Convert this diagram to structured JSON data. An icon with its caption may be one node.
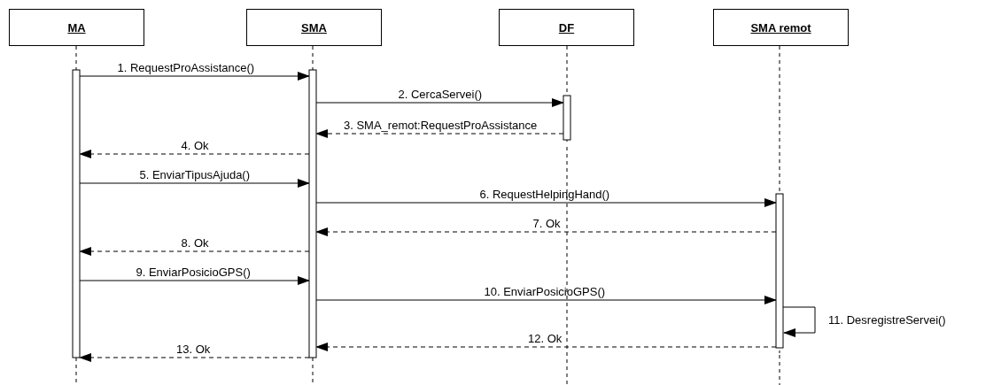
{
  "diagram": {
    "nodes": [
      {
        "text": [
          "MA"
        ]
      },
      {
        "text": [
          "SMA"
        ]
      },
      {
        "text": [
          "DF"
        ]
      },
      {
        "text": [
          "SMA remot"
        ]
      }
    ],
    "edges": [
      {
        "from": 0,
        "to": 1,
        "arrow": "to",
        "label": "1. RequestProAssistance()"
      },
      {
        "from": 1,
        "to": 2,
        "arrow": "to",
        "label": "2. CercaServei()"
      },
      {
        "from": 2,
        "to": 1,
        "arrow": "to",
        "label": "3. SMA_remot:RequestProAssistance",
        "style": "dashed"
      },
      {
        "from": 1,
        "to": 0,
        "arrow": "to",
        "label": "4. Ok",
        "style": "dashed"
      },
      {
        "from": 0,
        "to": 1,
        "arrow": "to",
        "label": "5. EnviarTipusAjuda()"
      },
      {
        "from": 1,
        "to": 3,
        "arrow": "to",
        "label": "6. RequestHelpingHand()"
      },
      {
        "from": 3,
        "to": 1,
        "arrow": "to",
        "label": "7. Ok",
        "style": "dashed"
      },
      {
        "from": 1,
        "to": 0,
        "arrow": "to",
        "label": "8. Ok",
        "style": "dashed"
      },
      {
        "from": 0,
        "to": 1,
        "arrow": "to",
        "label": "9. EnviarPosicioGPS()"
      },
      {
        "from": 1,
        "to": 3,
        "arrow": "to",
        "label": "10. EnviarPosicioGPS()"
      },
      {
        "from": 3,
        "to": 3,
        "arrow": "to",
        "label": "11. DesregistreServei()"
      },
      {
        "from": 3,
        "to": 1,
        "arrow": "to",
        "label": "12. Ok",
        "style": "dashed"
      },
      {
        "from": 1,
        "to": 0,
        "arrow": "to",
        "label": "13. Ok",
        "style": "dashed"
      }
    ]
  }
}
